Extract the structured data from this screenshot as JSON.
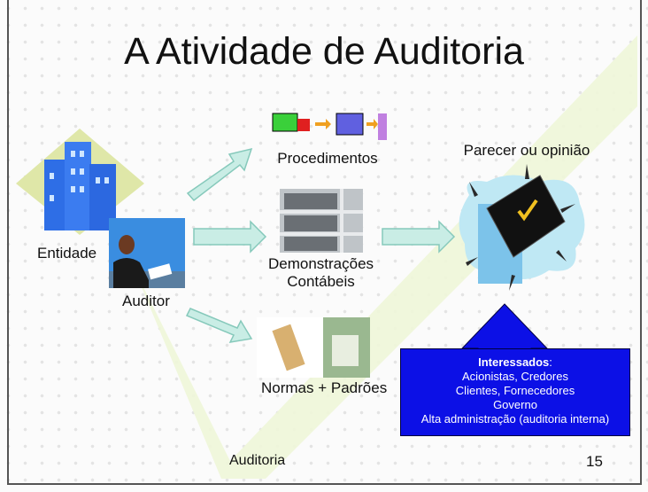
{
  "slide": {
    "title": "A Atividade de Auditoria",
    "labels": {
      "entity": "Entidade",
      "auditor": "Auditor",
      "procedures": "Procedimentos",
      "statements_line1": "Demonstrações",
      "statements_line2": "Contábeis",
      "norms": "Normas + Padrões",
      "opinion": "Parecer ou opinião"
    },
    "stakeholders": {
      "heading": "Interessados",
      "colon": ":",
      "lines": [
        "Acionistas, Credores",
        "Clientes, Fornecedores",
        "Governo",
        "Alta administração (auditoria interna)"
      ]
    },
    "footer": {
      "text": "Auditoria",
      "page_number": "15"
    }
  }
}
